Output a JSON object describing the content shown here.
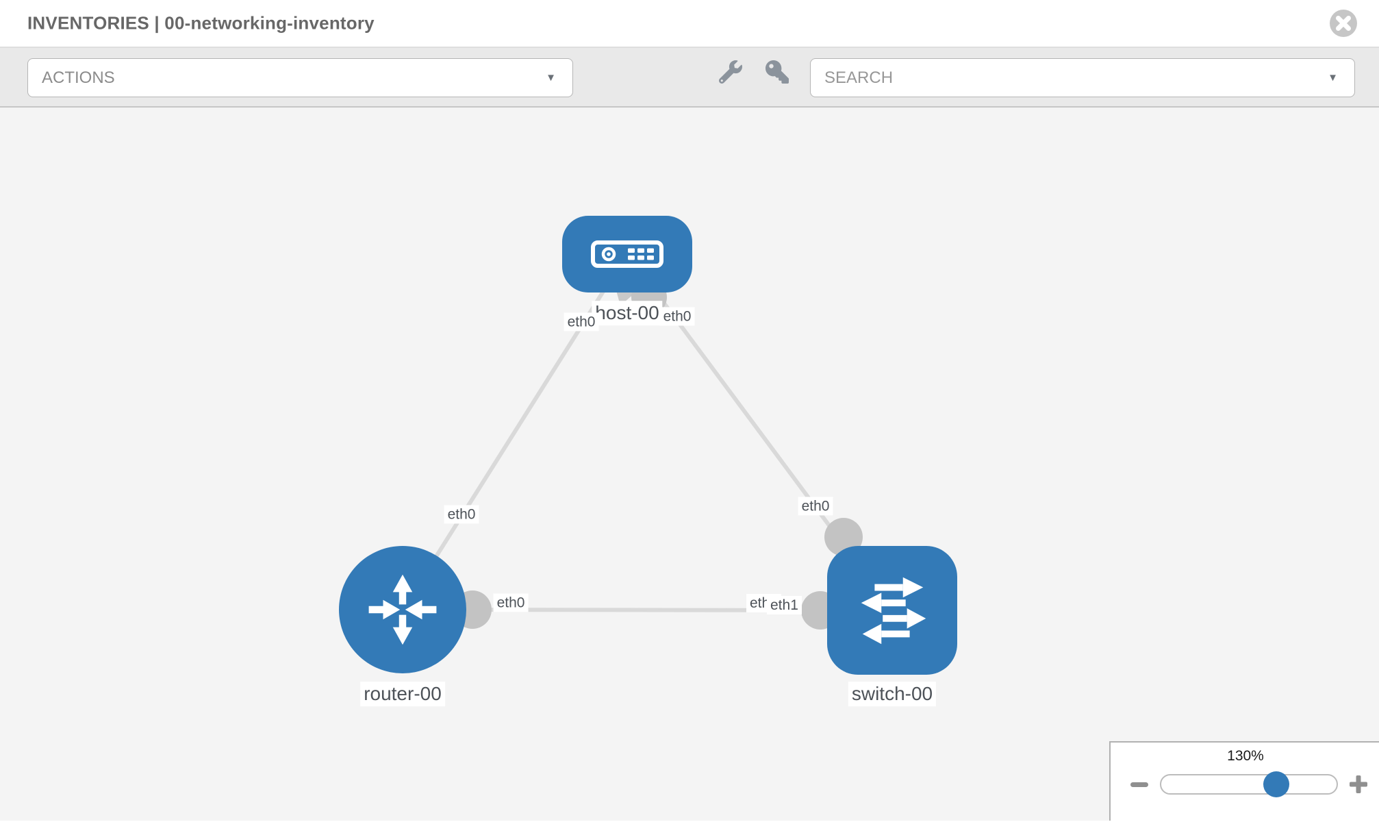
{
  "header": {
    "title": "INVENTORIES | 00-networking-inventory"
  },
  "toolbar": {
    "actions_label": "ACTIONS",
    "search_label": "SEARCH"
  },
  "topology": {
    "nodes": [
      {
        "name": "host-00",
        "type": "host"
      },
      {
        "name": "router-00",
        "type": "router"
      },
      {
        "name": "switch-00",
        "type": "switch"
      }
    ],
    "links": [
      {
        "from": "host-00",
        "from_if": "eth0",
        "to": "router-00",
        "to_if": "eth0"
      },
      {
        "from": "host-00",
        "from_if": "eth0",
        "to": "switch-00",
        "to_if": "eth0"
      },
      {
        "from": "router-00",
        "from_if": "eth0",
        "to": "switch-00",
        "to_if": "eth1"
      }
    ],
    "iface_labels": {
      "host_near_left": "eth0",
      "host_near_right": "eth0",
      "router_diag": "eth0",
      "router_right": "eth0",
      "switch_top_diag": "eth0",
      "switch_left_overlapped": "eth0",
      "switch_left": "eth1"
    }
  },
  "zoom_control": {
    "level": "130%"
  },
  "icons": {
    "header": [
      "close-icon"
    ],
    "toolbar": [
      "wrench-icon",
      "key-icon",
      "chevron-down-icon"
    ],
    "zoom": [
      "minus-icon",
      "plus-icon"
    ]
  },
  "colors": {
    "node_fill": "#337ab7",
    "link_stroke": "#d9d9d9",
    "port_fill": "#c3c3c3",
    "slider_thumb": "#337ab7"
  }
}
